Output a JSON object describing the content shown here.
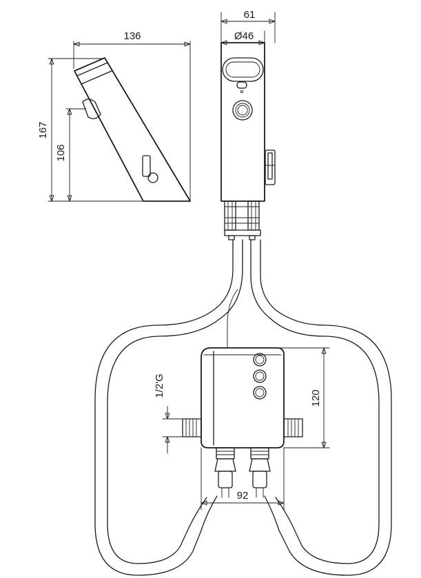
{
  "dimensions": {
    "side_width": "136",
    "side_height": "167",
    "side_sensor_height": "106",
    "front_width": "61",
    "front_diameter": "Ø46",
    "box_height": "120",
    "thread": "1/2'G",
    "outlet_spacing": "92"
  }
}
